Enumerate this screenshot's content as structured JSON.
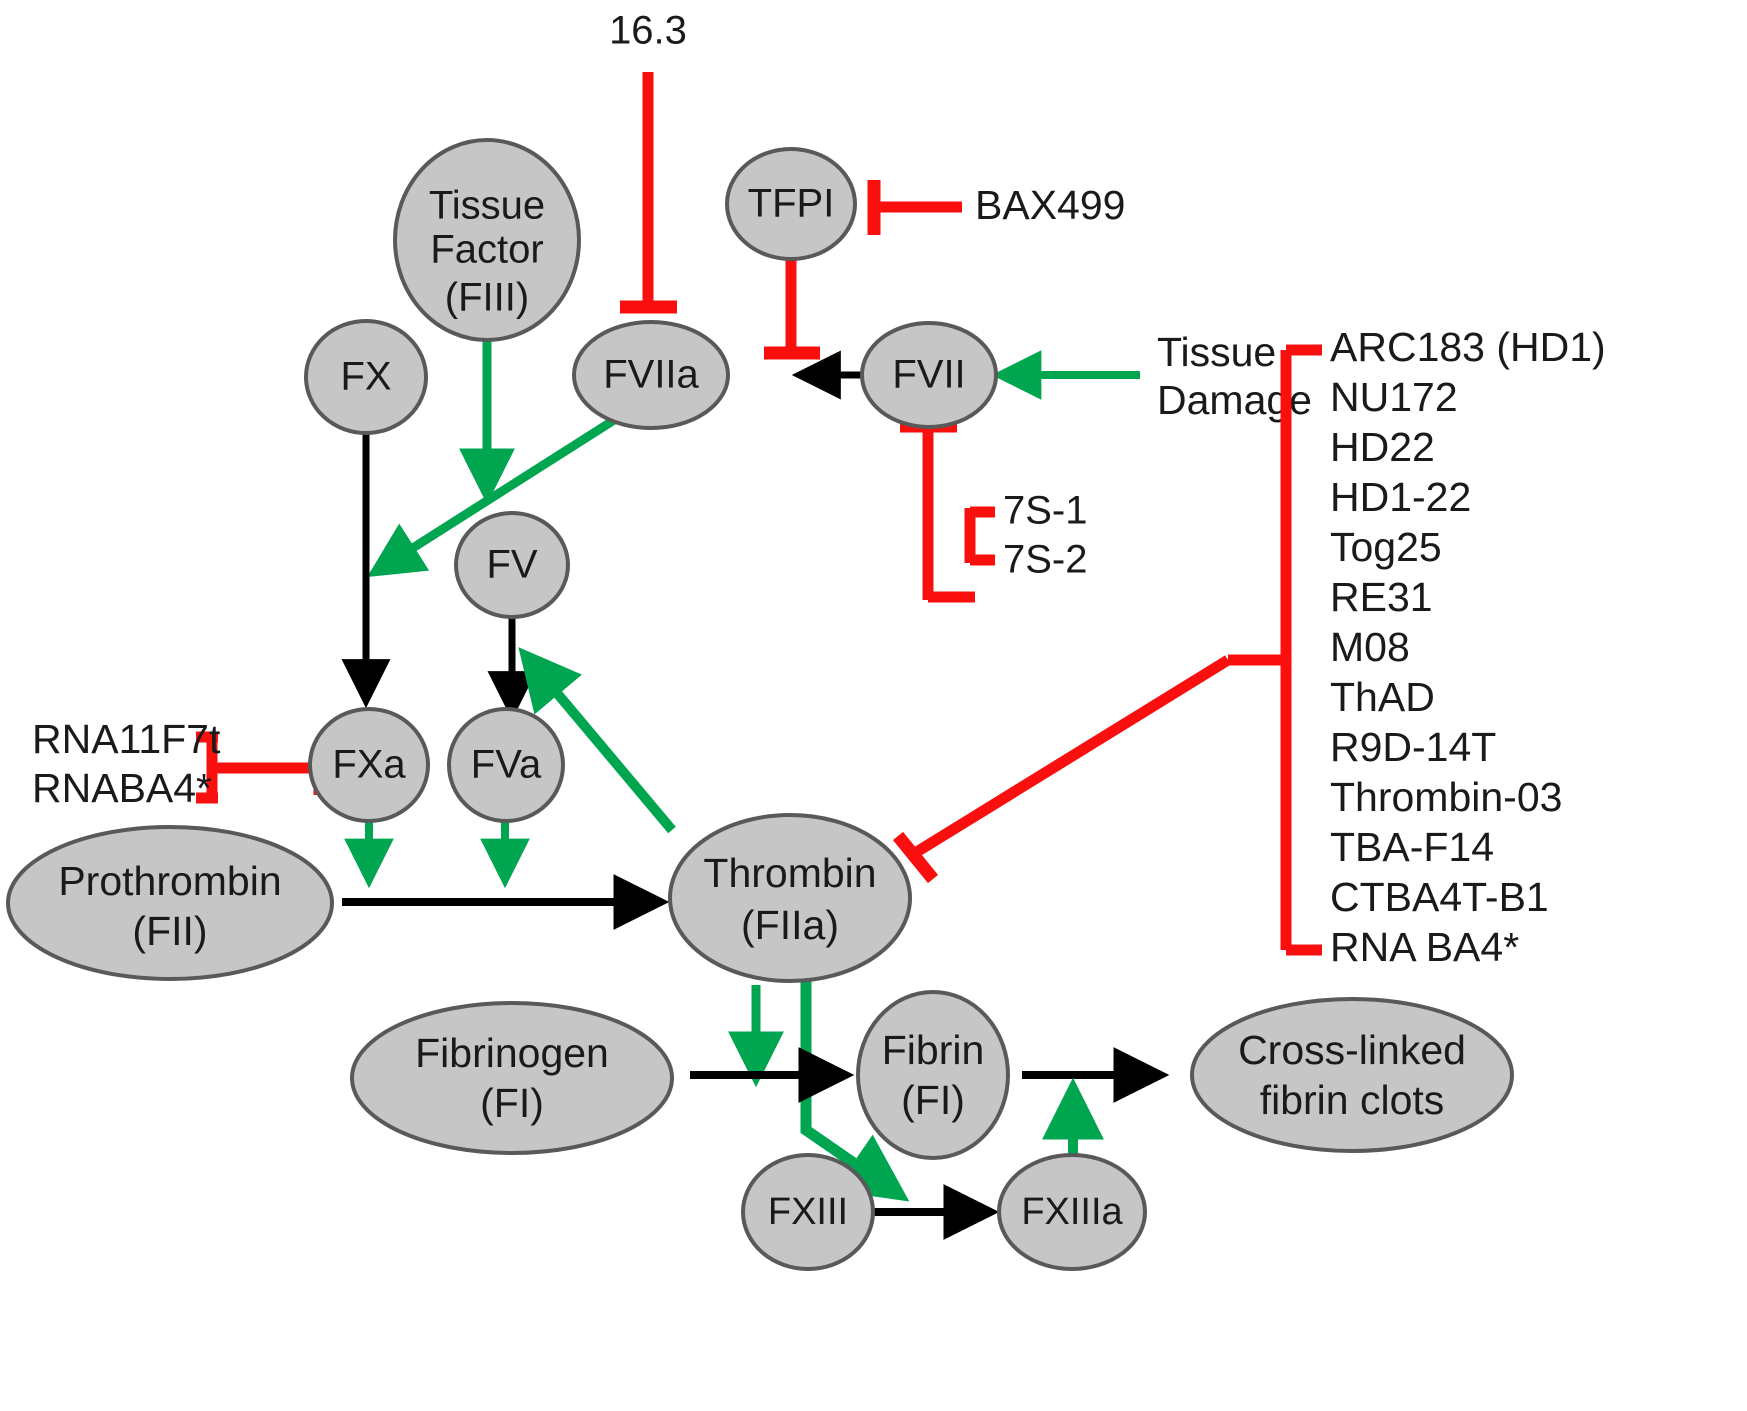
{
  "colors": {
    "node_fill": "#c6c6c6",
    "node_stroke": "#595959",
    "activation": "#00a550",
    "inhibition": "#fa0f0f",
    "conversion": "#000000",
    "text": "#1a1a1a",
    "background": "#ffffff"
  },
  "nodes": {
    "tissue_factor": "Tissue\nFactor\n(FIII)",
    "tissue_factor_line1": "Tissue",
    "tissue_factor_line2": "Factor",
    "tissue_factor_line3": "(FIII)",
    "fx": "FX",
    "fviia": "FVIIa",
    "tfpi": "TFPI",
    "fvii": "FVII",
    "fv": "FV",
    "fxa": "FXa",
    "fva": "FVa",
    "prothrombin_line1": "Prothrombin",
    "prothrombin_line2": "(FII)",
    "thrombin_line1": "Thrombin",
    "thrombin_line2": "(FIIa)",
    "fibrinogen_line1": "Fibrinogen",
    "fibrinogen_line2": "(FI)",
    "fibrin_line1": "Fibrin",
    "fibrin_line2": "(FI)",
    "crosslinked_line1": "Cross-linked",
    "crosslinked_line2": "fibrin clots",
    "fxiii": "FXIII",
    "fxiiia": "FXIIIa"
  },
  "free_labels": {
    "aptamer_16_3": "16.3",
    "bax499": "BAX499",
    "tissue_damage_line1": "Tissue",
    "tissue_damage_line2": "Damage",
    "seven_s_1": "7S-1",
    "seven_s_2": "7S-2",
    "rna11f7t": "RNA11F7t",
    "rnaba4": "RNABA4*"
  },
  "thrombin_aptamers": [
    "ARC183 (HD1)",
    "NU172",
    "HD22",
    "HD1-22",
    "Tog25",
    "RE31",
    "M08",
    "ThAD",
    "R9D-14T",
    "Thrombin-03",
    "TBA-F14",
    "CTBA4T-B1",
    "RNA BA4*"
  ]
}
